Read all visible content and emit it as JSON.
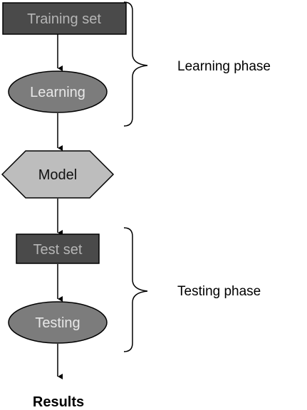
{
  "nodes": {
    "training_set": "Training set",
    "learning": "Learning",
    "model": "Model",
    "test_set": "Test set",
    "testing": "Testing",
    "results": "Results"
  },
  "phases": {
    "learning": "Learning phase",
    "testing": "Testing phase"
  },
  "colors": {
    "dark_box": "#4a4a4a",
    "ellipse": "#7c7c7c",
    "hexagon": "#bdbdbd",
    "line": "#000000"
  }
}
